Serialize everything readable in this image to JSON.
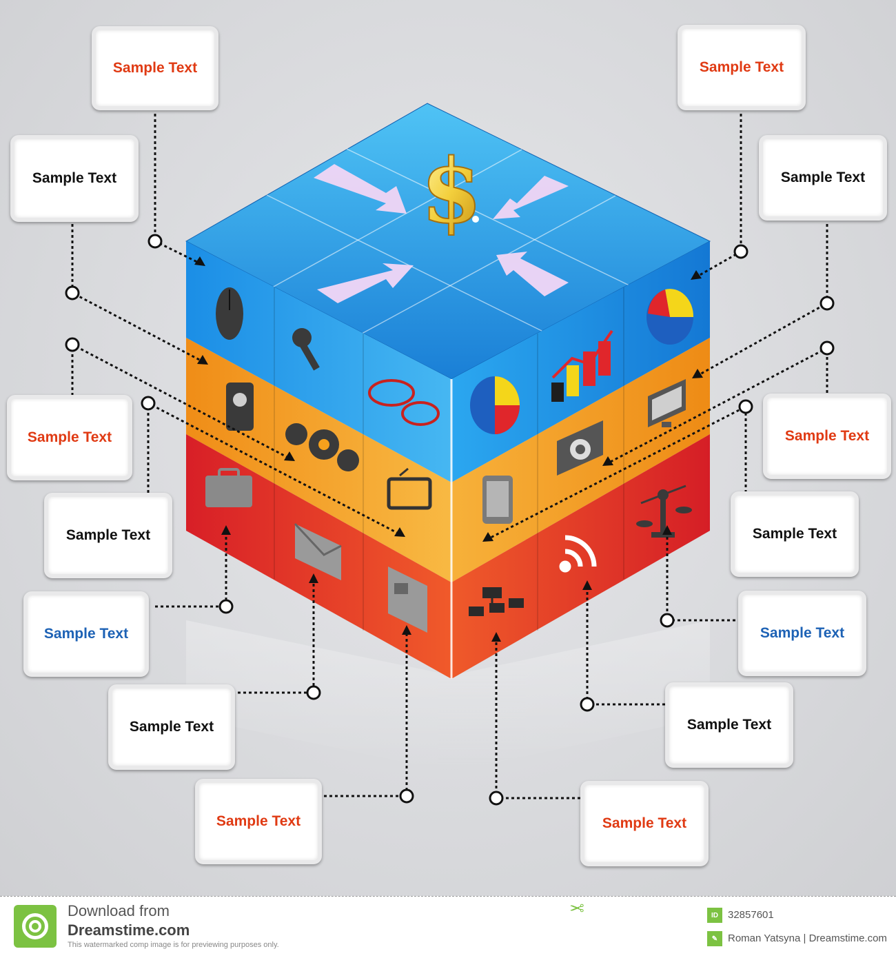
{
  "colors": {
    "red_text": "#e03a13",
    "black_text": "#111111",
    "blue_text": "#1d62b5",
    "top_blue": "#1e9be8",
    "mid_orange": "#f5a11c",
    "bottom_red": "#e0262b",
    "brand_green": "#7cc242"
  },
  "cube": {
    "top_symbol": "$",
    "top_icons": [
      "arrow-icon",
      "arrow-icon",
      "arrow-icon",
      "arrow-icon"
    ],
    "left_face_icons": [
      "mouse-icon",
      "microphone-icon",
      "speech-bubbles-icon",
      "hard-drive-icon",
      "gears-icon",
      "tv-icon",
      "briefcase-icon",
      "envelope-icon",
      "document-icon"
    ],
    "right_face_icons": [
      "pie-chart-icon",
      "bar-chart-icon",
      "pie-chart-icon",
      "tablet-icon",
      "camera-icon",
      "monitor-icon",
      "org-chart-icon",
      "rss-icon",
      "scales-icon"
    ]
  },
  "callouts": [
    {
      "text": "Sample Text",
      "color": "red"
    },
    {
      "text": "Sample Text",
      "color": "black"
    },
    {
      "text": "Sample Text",
      "color": "red"
    },
    {
      "text": "Sample Text",
      "color": "black"
    },
    {
      "text": "Sample Text",
      "color": "blue"
    },
    {
      "text": "Sample Text",
      "color": "black"
    },
    {
      "text": "Sample Text",
      "color": "red"
    },
    {
      "text": "Sample Text",
      "color": "red"
    },
    {
      "text": "Sample Text",
      "color": "black"
    },
    {
      "text": "Sample Text",
      "color": "red"
    },
    {
      "text": "Sample Text",
      "color": "black"
    },
    {
      "text": "Sample Text",
      "color": "blue"
    },
    {
      "text": "Sample Text",
      "color": "black"
    },
    {
      "text": "Sample Text",
      "color": "red"
    }
  ],
  "footer": {
    "download_line": "Download from",
    "site_line": "Dreamstime.com",
    "notice_line": "This watermarked comp image is for previewing purposes only.",
    "id_badge": "ID",
    "id_value": "32857601",
    "author_value": "Roman Yatsyna | Dreamstime.com"
  }
}
